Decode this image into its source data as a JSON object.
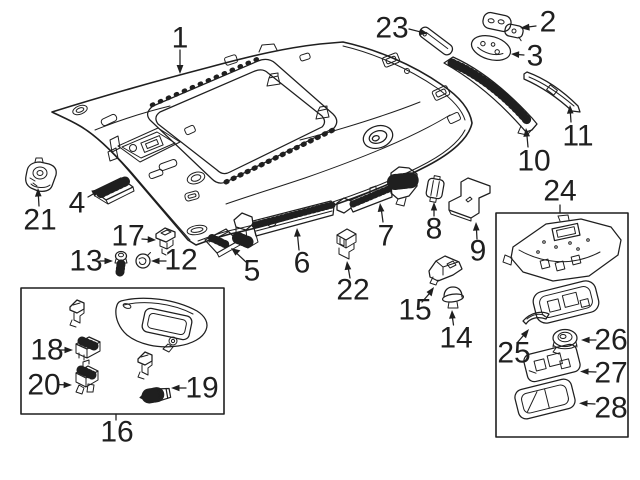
{
  "figure": {
    "type": "parts-diagram",
    "background": "#ffffff",
    "line_color": "#1f1f1f",
    "text_color": "#1f1f1f"
  },
  "callouts": [
    {
      "num": "1"
    },
    {
      "num": "2"
    },
    {
      "num": "3"
    },
    {
      "num": "4"
    },
    {
      "num": "5"
    },
    {
      "num": "6"
    },
    {
      "num": "7"
    },
    {
      "num": "8"
    },
    {
      "num": "9"
    },
    {
      "num": "10"
    },
    {
      "num": "11"
    },
    {
      "num": "12"
    },
    {
      "num": "13"
    },
    {
      "num": "14"
    },
    {
      "num": "15"
    },
    {
      "num": "16"
    },
    {
      "num": "17"
    },
    {
      "num": "18"
    },
    {
      "num": "19"
    },
    {
      "num": "20"
    },
    {
      "num": "21"
    },
    {
      "num": "22"
    },
    {
      "num": "23"
    },
    {
      "num": "24"
    },
    {
      "num": "25"
    },
    {
      "num": "26"
    },
    {
      "num": "27"
    },
    {
      "num": "28"
    }
  ]
}
